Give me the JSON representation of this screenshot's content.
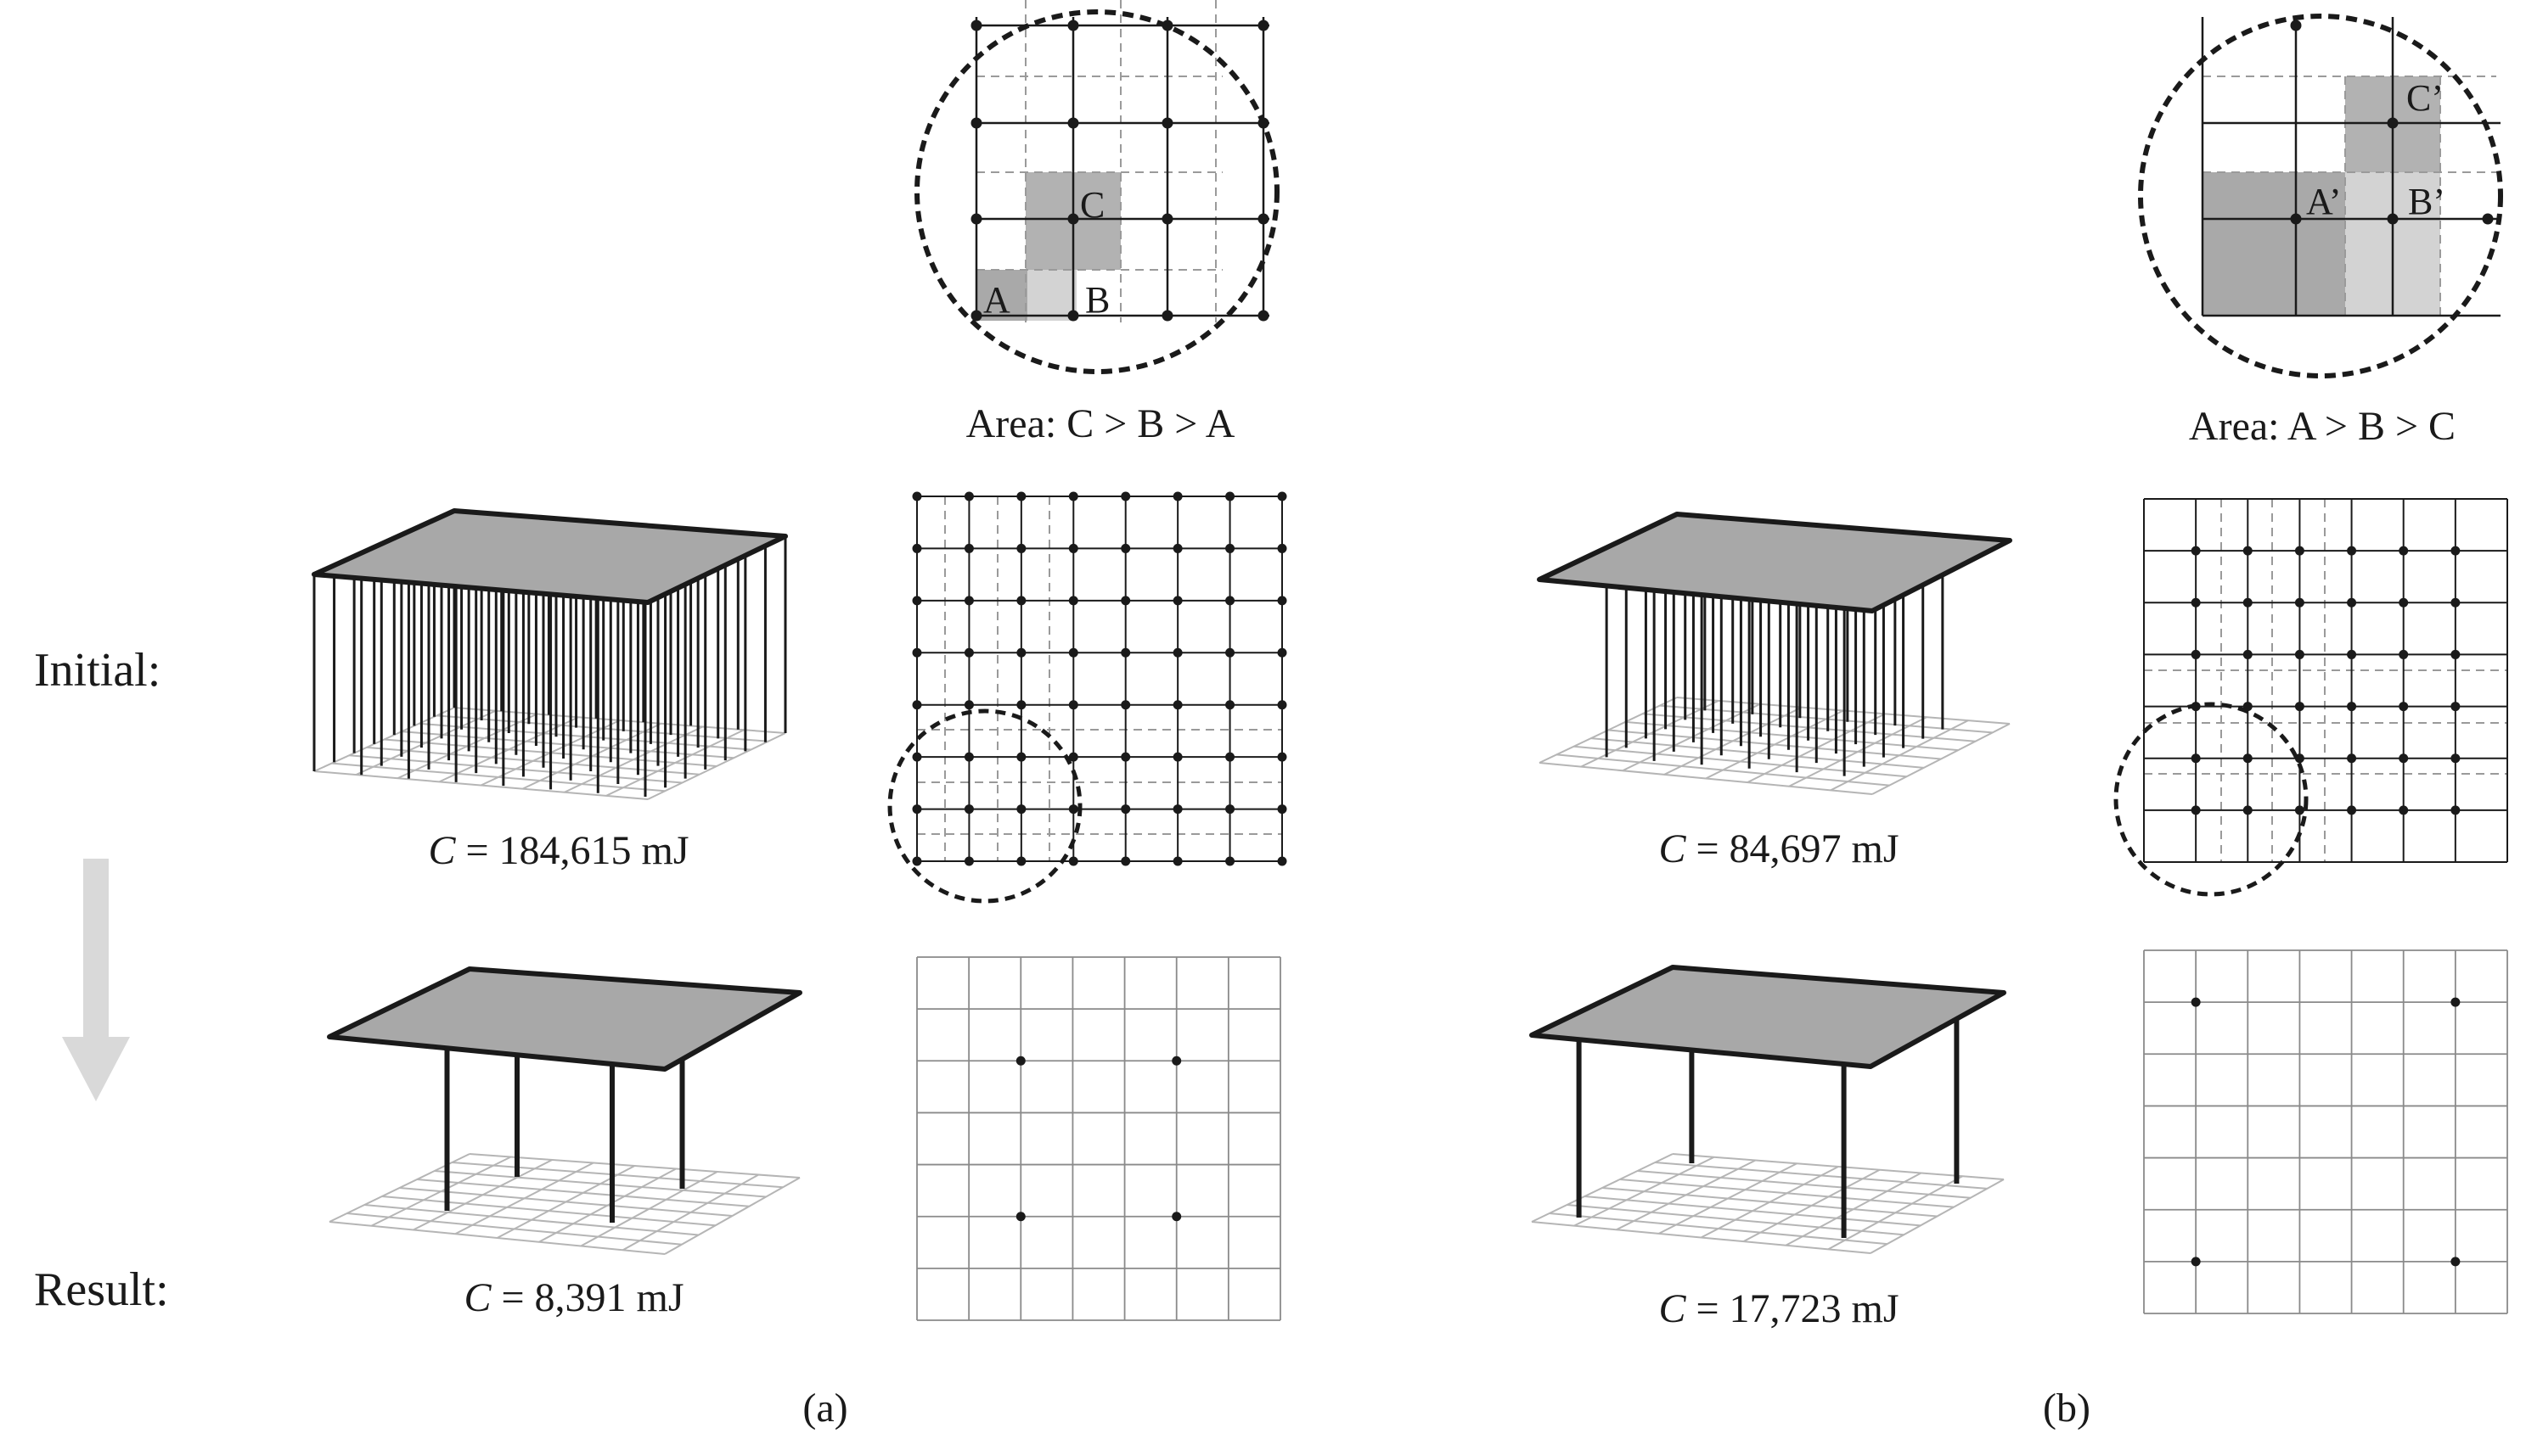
{
  "row_labels": {
    "initial": "Initial:",
    "result": "Result:"
  },
  "panels": [
    {
      "id": "a",
      "caption": "(a)",
      "area_text": "Area: C > B > A",
      "zoom_point_labels": [
        "A",
        "B",
        "C"
      ],
      "initial_cost_var": "C",
      "initial_cost_value": " = 184,615 mJ",
      "result_cost_var": "C",
      "result_cost_value": " = 8,391 mJ",
      "initial_pillar_count": 64,
      "result_pillar_count": 4
    },
    {
      "id": "b",
      "caption": "(b)",
      "area_text": "Area: A > B > C",
      "zoom_point_labels": [
        "A’",
        "B’",
        "C’"
      ],
      "initial_cost_var": "C",
      "initial_cost_value": " = 84,697 mJ",
      "result_cost_var": "C",
      "result_cost_value": " = 17,723 mJ",
      "initial_pillar_count": 36,
      "result_pillar_count": 4
    }
  ],
  "colors": {
    "plate_fill": "#a8a8a8",
    "shade_dark": "#a9a9a9",
    "shade_light": "#d3d3d3",
    "arrow": "#d9d9d9",
    "line": "#1a1a1a",
    "dashed": "#9a9a9a",
    "floor_grid": "#b5b5b5"
  }
}
